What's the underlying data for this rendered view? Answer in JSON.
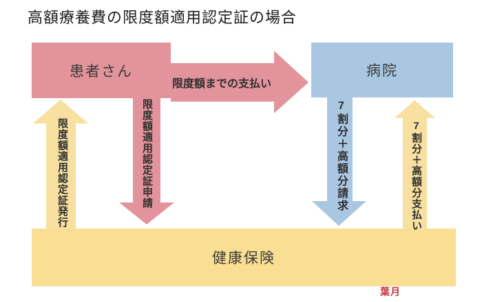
{
  "title": "高額療養費の限度額適用認定証の場合",
  "nodes": {
    "patient": {
      "label": "患者さん"
    },
    "hospital": {
      "label": "病院"
    },
    "insurance": {
      "label": "健康保険"
    }
  },
  "flows": {
    "payment_to_limit": {
      "label": "限度額までの支払い"
    },
    "certificate_issue": {
      "label": "限度額適用認定証発行"
    },
    "certificate_apply": {
      "label": "限度額適用認定証申請"
    },
    "claim": {
      "label": "7割分＋高額分請求"
    },
    "reimburse": {
      "label": "7割分＋高額分支払い"
    }
  },
  "signature": "葉月",
  "colors": {
    "pink": "#e2939b",
    "blue": "#aac7e2",
    "yellow_arrow": "#f7e0a0",
    "yellow_box": "#f9df93",
    "label_text": "#2f2f2f",
    "signature_red": "#c23b42"
  }
}
